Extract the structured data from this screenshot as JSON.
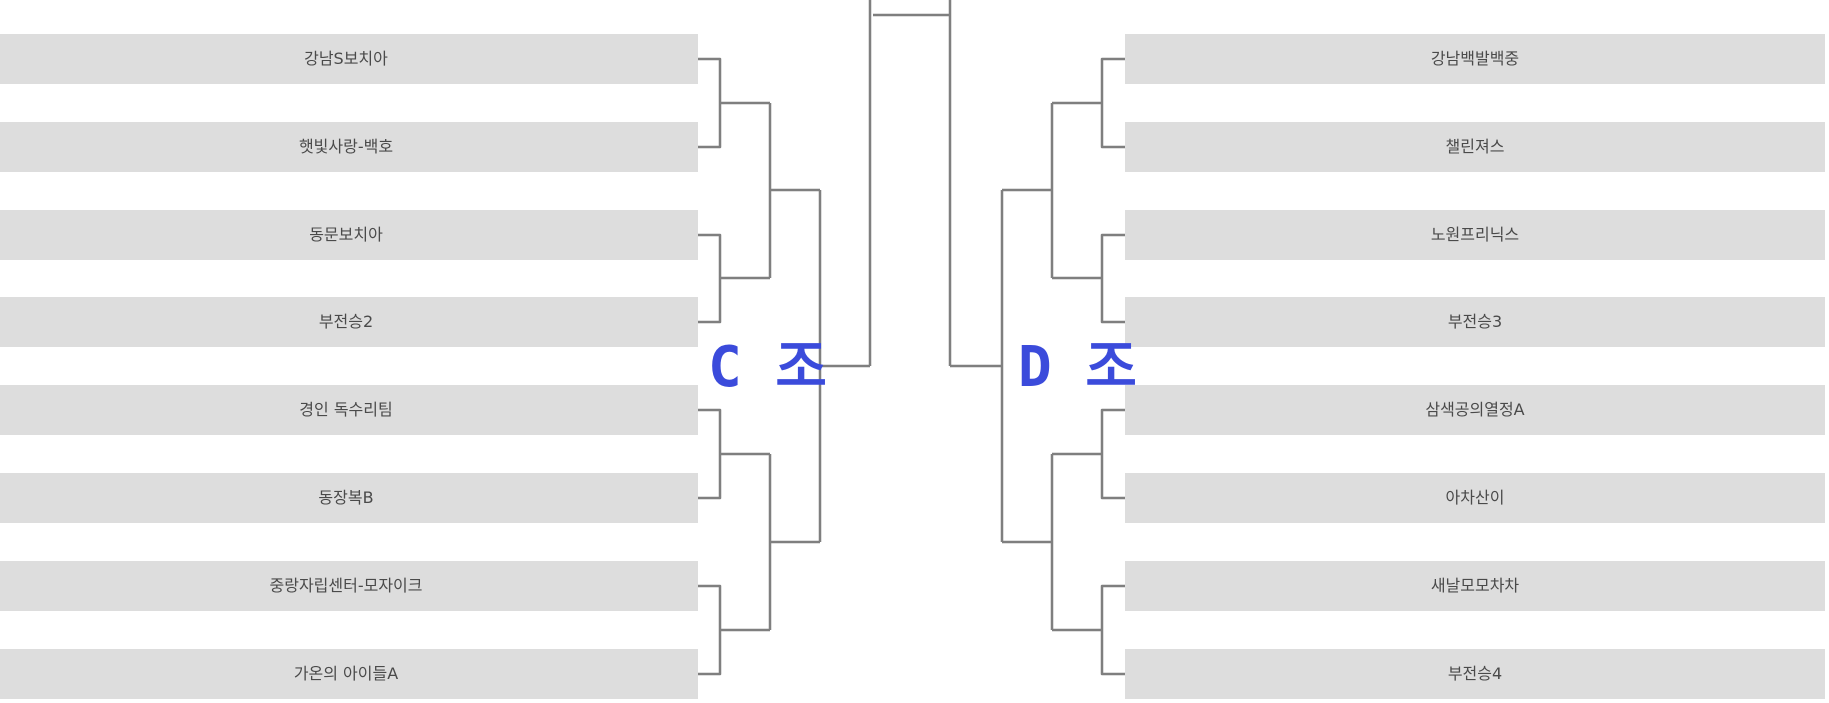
{
  "colors": {
    "group_label": "#3b4bdb",
    "team_box": "#dddddd",
    "line": "#7f7f7f",
    "team_text": "#4a4a4a"
  },
  "groups": {
    "left": {
      "label": "C 조",
      "teams": [
        "강남S보치아",
        "햇빛사랑-백호",
        "동문보치아",
        "부전승2",
        "경인 독수리팀",
        "동장복B",
        "중랑자립센터-모자이크",
        "가온의 아이들A"
      ]
    },
    "right": {
      "label": "D 조",
      "teams": [
        "강남백발백중",
        "챌린져스",
        "노원프리닉스",
        "부전승3",
        "삼색공의열정A",
        "아차산이",
        "새날모모차차",
        "부전승4"
      ]
    }
  }
}
